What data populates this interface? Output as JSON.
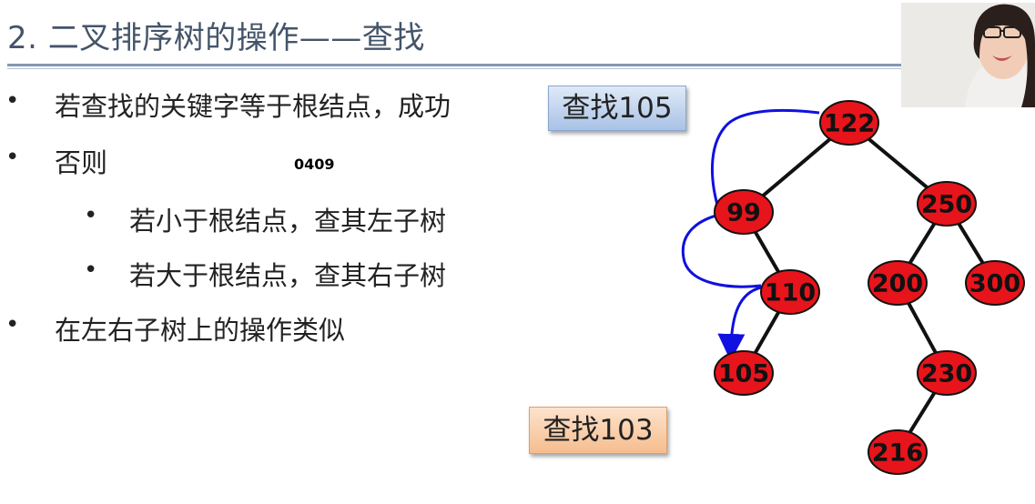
{
  "slide": {
    "title": "2. 二叉排序树的操作——查找",
    "bullets": [
      "若查找的关键字等于根结点，成功",
      "否则",
      "若小于根结点，查其左子树",
      "若大于根结点，查其右子树",
      "在左右子树上的操作类似"
    ],
    "bullet_symbol": "•",
    "overlay_code": "0409",
    "buttons": {
      "search_105": "查找105",
      "search_103": "查找103"
    }
  },
  "tree": {
    "nodes": [
      "122",
      "99",
      "250",
      "110",
      "200",
      "300",
      "105",
      "230",
      "216"
    ],
    "edges": [
      [
        "122",
        "99"
      ],
      [
        "122",
        "250"
      ],
      [
        "99",
        "110"
      ],
      [
        "250",
        "200"
      ],
      [
        "250",
        "300"
      ],
      [
        "110",
        "105"
      ],
      [
        "200",
        "230"
      ],
      [
        "230",
        "216"
      ]
    ],
    "search_path": [
      "122",
      "99",
      "110",
      "105"
    ],
    "node_color": "#e8141b",
    "path_color": "#1010e0"
  }
}
